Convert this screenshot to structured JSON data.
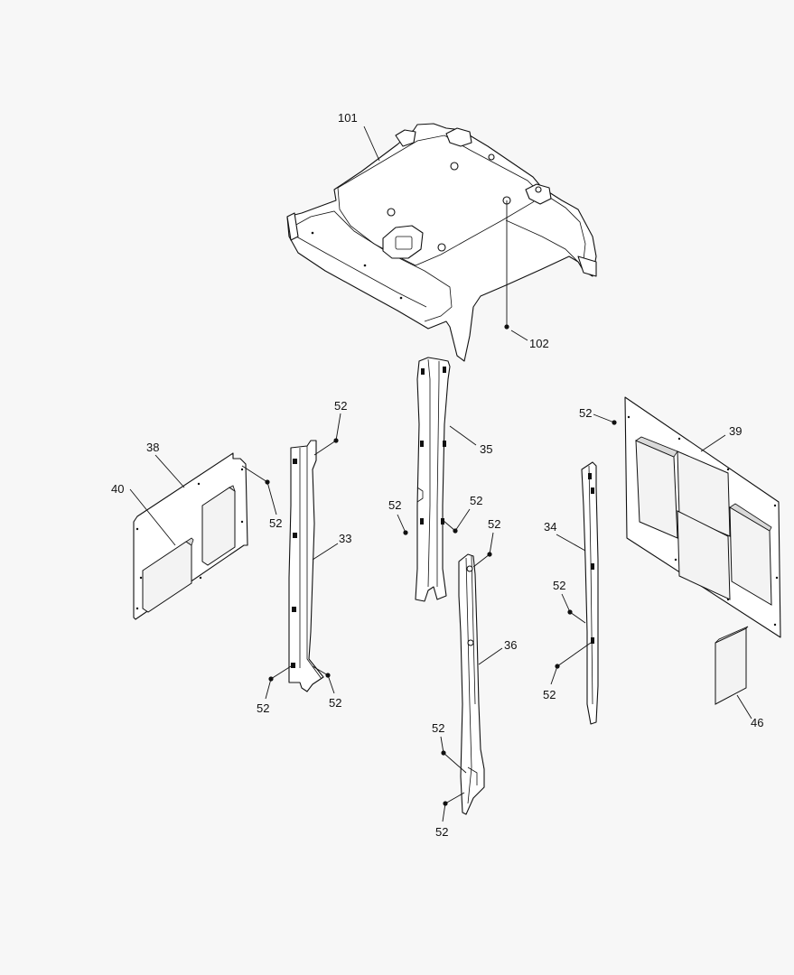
{
  "callouts": {
    "headliner": "101",
    "fastener_top": "102",
    "pillar_center": "35",
    "panel_right": "39",
    "panel_left_38": "38",
    "panel_left_40": "40",
    "trim_33": "33",
    "trim_34": "34",
    "trim_36": "36",
    "pad_46": "46",
    "clip_52": "52"
  }
}
